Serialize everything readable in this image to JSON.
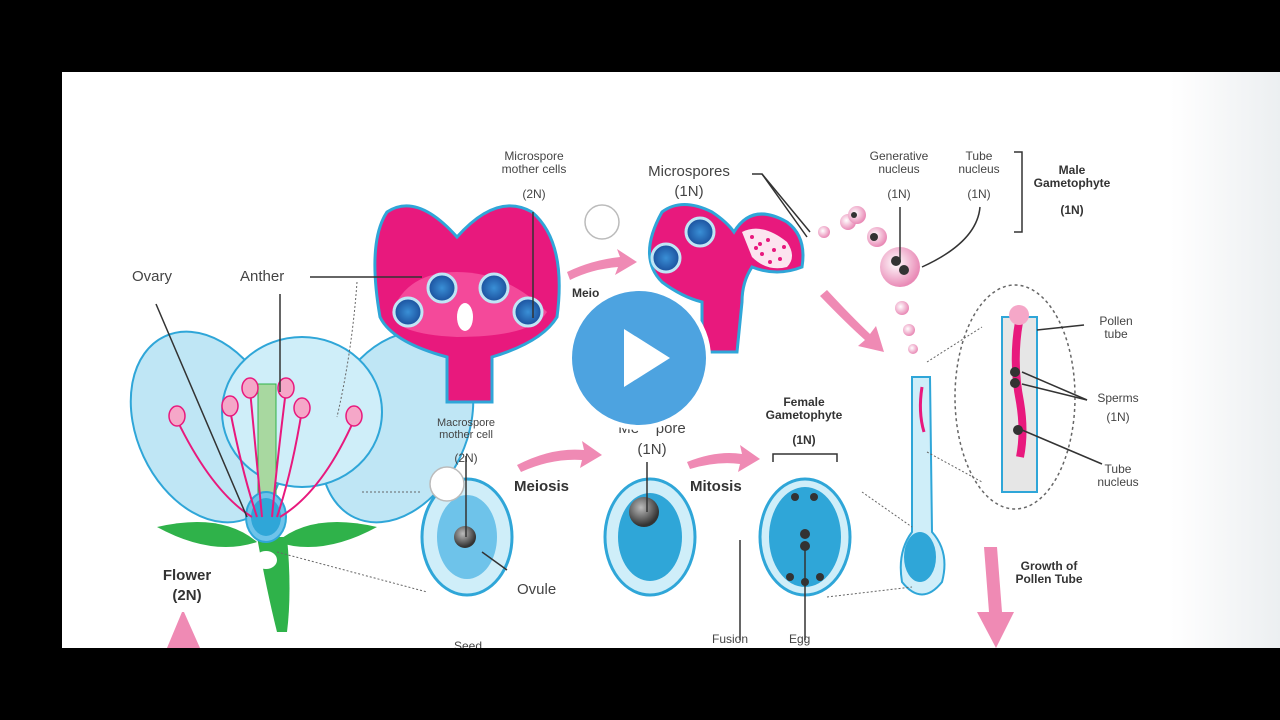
{
  "labels": {
    "ovary": "Ovary",
    "anther": "Anther",
    "flower": "Flower",
    "flower_ploidy": "(2N)",
    "mmc": "Microspore\nmother cells",
    "mmc_ploidy": "(2N)",
    "microspores": "Microspores",
    "microspores_ploidy": "(1N)",
    "meiosis_top": "Meio",
    "generative": "Generative\nnucleus",
    "generative_ploidy": "(1N)",
    "tube_nucleus_top": "Tube\nnucleus",
    "tube_nucleus_top_ploidy": "(1N)",
    "male_gametophyte": "Male\nGametophyte",
    "male_ploidy": "(1N)",
    "pollen_tube": "Pollen\ntube",
    "sperms": "Sperms",
    "sperms_ploidy": "(1N)",
    "tube_nucleus": "Tube\nnucleus",
    "macrospore_mc": "Macrospore\nmother cell",
    "macrospore_mc_ploidy": "(2N)",
    "meiosis": "Meiosis",
    "megaspore": "Me    pore",
    "megaspore_ploidy": "(1N)",
    "mitosis": "Mitosis",
    "female_gametophyte": "Female\nGametophyte",
    "female_ploidy": "(1N)",
    "ovule": "Ovule",
    "growth": "Growth of\nPollen Tube",
    "fusion": "Fusion",
    "egg": "Egg",
    "seed": "Seed"
  },
  "colors": {
    "magenta": "#e8197d",
    "light_blue": "#bfe6f5",
    "blue": "#2fa6d8",
    "pink_arrow": "#ef8ab4",
    "green": "#2fb24a",
    "play_button": "#4da3e0"
  },
  "play_icon": "play-triangle-icon"
}
